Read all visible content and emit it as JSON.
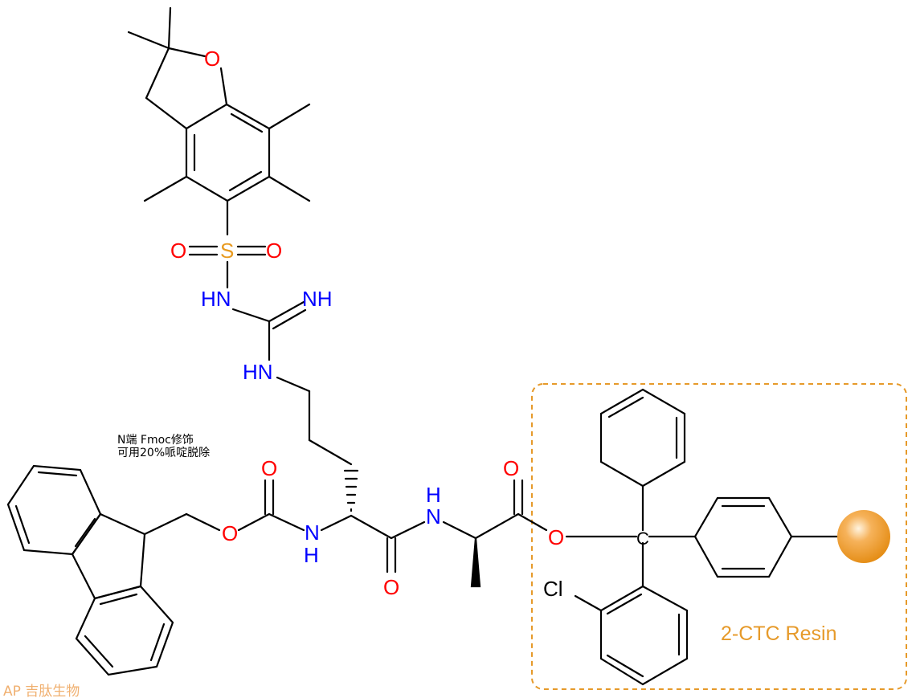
{
  "labels": {
    "O_furan": "O",
    "S": "S",
    "O_s1": "O",
    "O_s2": "O",
    "HN_sulf": "HN",
    "NH_imine": "NH",
    "HN_chain": "HN",
    "O_carbamate_dbl": "O",
    "O_carbamate": "O",
    "N_arg": "N",
    "H_arg": "H",
    "O_arg": "O",
    "N_ala": "N",
    "H_ala": "H",
    "O_ala": "O",
    "O_ester": "O",
    "C_trityl": "C",
    "Cl": "Cl"
  },
  "note": {
    "line1": "N端 Fmoc修饰",
    "line2": "可用20%哌啶脱除"
  },
  "resin_label": "2-CTC Resin",
  "watermark": "AP 吉肽生物",
  "colors": {
    "oxygen": "#ff0000",
    "nitrogen": "#0000ff",
    "sulfur": "#e89a1f",
    "resin": "#e69a2a"
  }
}
